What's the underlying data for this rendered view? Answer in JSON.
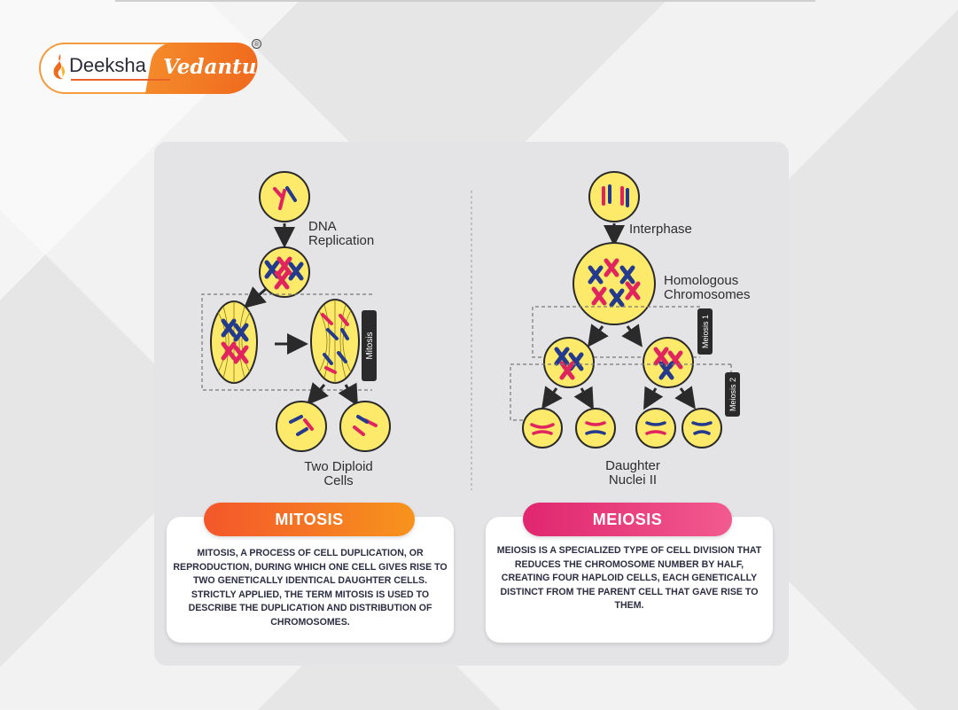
{
  "logo": {
    "left_text": "Deeksha",
    "right_text": "Vedantu",
    "registered_mark": "®"
  },
  "mitosis": {
    "step_dna_replication": "DNA\nReplication",
    "side_label": "Mitosis",
    "result_label": "Two Diploid\nCells",
    "title": "MITOSIS",
    "description": "MITOSIS, A PROCESS OF CELL DUPLICATION, OR REPRODUCTION, DURING WHICH ONE CELL GIVES RISE TO TWO GENETICALLY IDENTICAL DAUGHTER CELLS. STRICTLY APPLIED, THE TERM MITOSIS IS USED TO DESCRIBE THE DUPLICATION AND DISTRIBUTION OF CHROMOSOMES."
  },
  "meiosis": {
    "step_interphase": "Interphase",
    "step_homologous": "Homologous\nChromosomes",
    "side_label_1": "Meiosis 1",
    "side_label_2": "Meiosis 2",
    "result_label": "Daughter\nNuclei II",
    "title": "MEIOSIS",
    "description": "MEIOSIS IS A SPECIALIZED TYPE OF CELL DIVISION THAT REDUCES THE CHROMOSOME NUMBER BY HALF, CREATING FOUR HAPLOID CELLS, EACH GENETICALLY DISTINCT FROM THE PARENT CELL THAT GAVE RISE TO THEM."
  },
  "colors": {
    "cell_fill": "#fde96a",
    "cell_border": "#2a2a2a",
    "chromosome_red": "#e0245e",
    "chromosome_blue": "#243a8c",
    "mitosis_accent": "#f3572a",
    "meiosis_accent": "#e0266f"
  }
}
